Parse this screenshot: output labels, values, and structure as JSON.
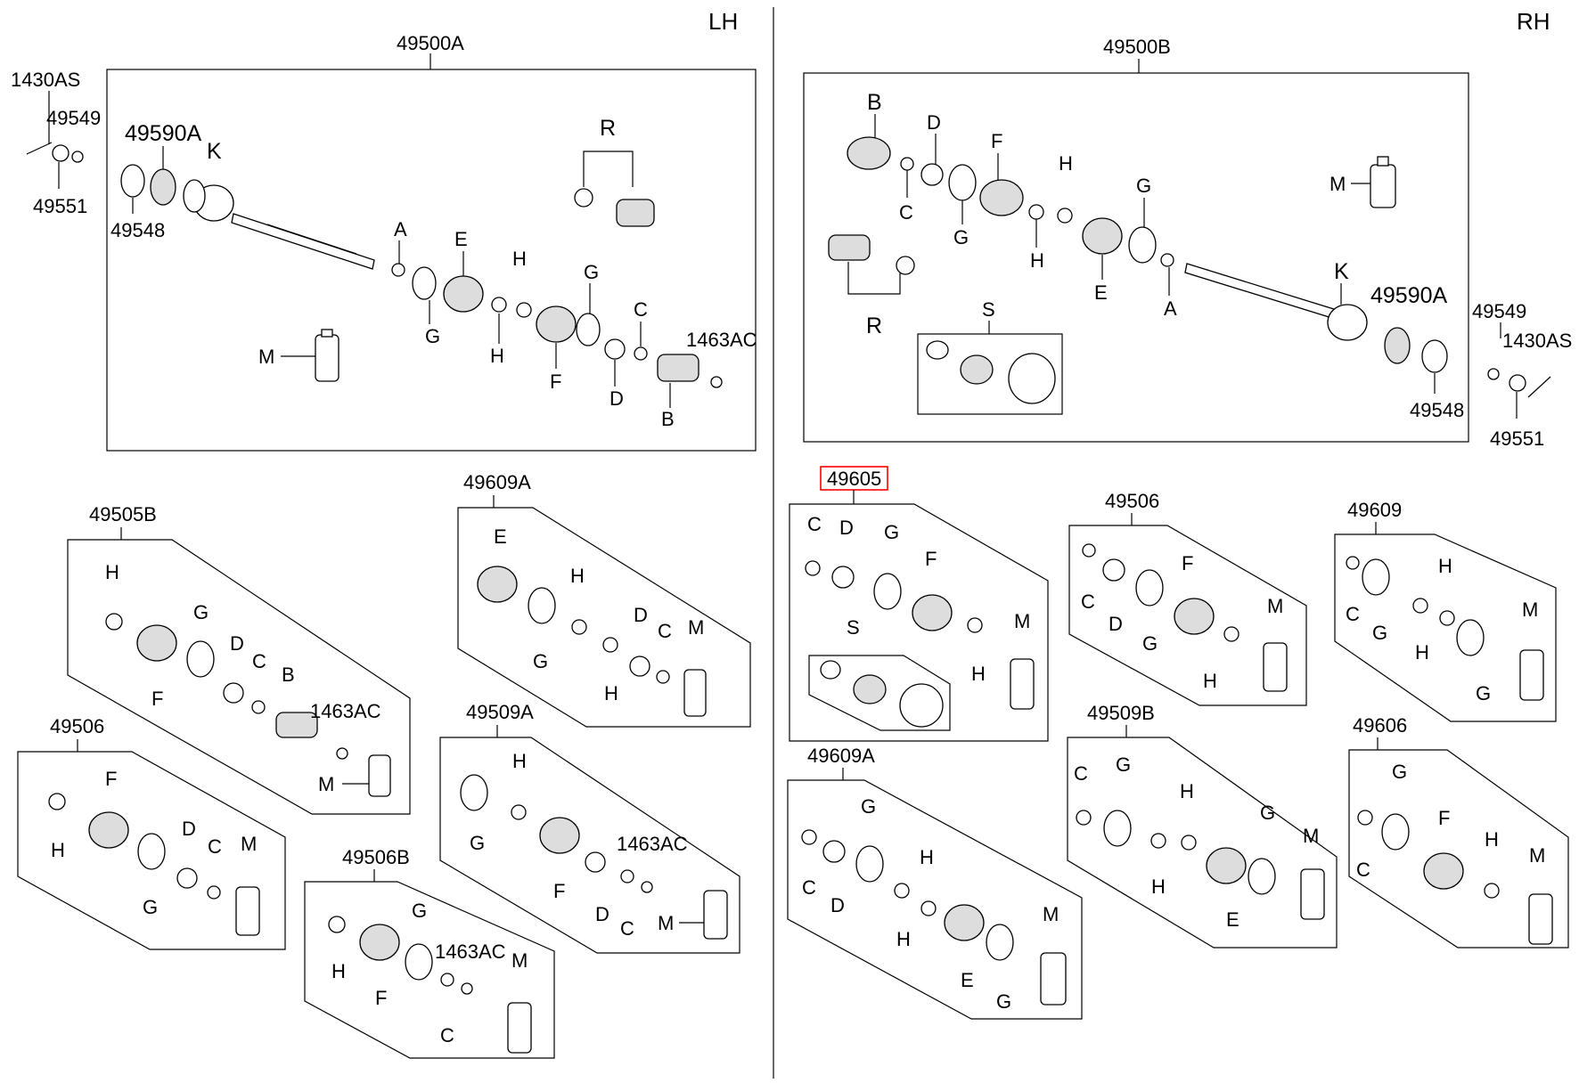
{
  "sides": {
    "left": "LH",
    "right": "RH"
  },
  "assemblies": {
    "lh_main": "49500A",
    "rh_main": "49500B",
    "k49505B": "49505B",
    "k49609A_left": "49609A",
    "k49506_left": "49506",
    "k49509A": "49509A",
    "k49506B": "49506B",
    "k49605": "49605",
    "k49506_right": "49506",
    "k49609": "49609",
    "k49609A_right": "49609A",
    "k49509B": "49509B",
    "k49606": "49606"
  },
  "part_numbers": {
    "p1430AS": "1430AS",
    "p49549": "49549",
    "p49551": "49551",
    "p49548": "49548",
    "p49590A": "49590A",
    "p1463AC": "1463AC"
  },
  "letters": {
    "A": "A",
    "B": "B",
    "C": "C",
    "D": "D",
    "E": "E",
    "F": "F",
    "G": "G",
    "H": "H",
    "K": "K",
    "M": "M",
    "R": "R",
    "S": "S"
  },
  "highlight_color": "#ff0000"
}
